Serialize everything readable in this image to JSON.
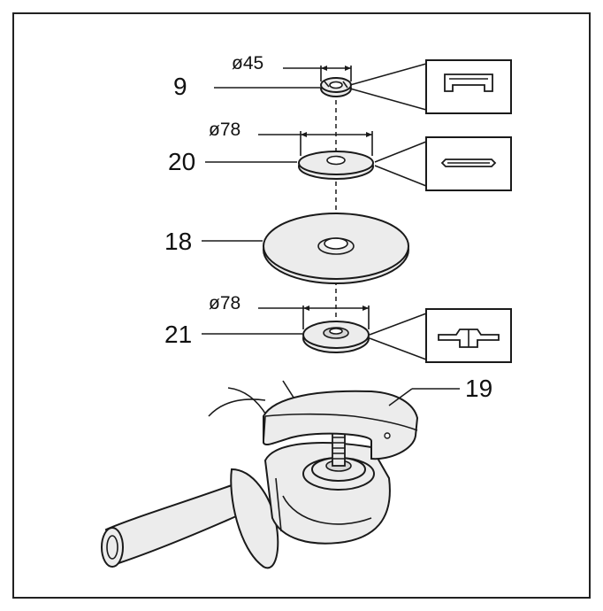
{
  "labels": {
    "nut": "9",
    "outer_flange": "20",
    "wheel": "18",
    "inner_flange": "21",
    "guard": "19"
  },
  "dimensions": {
    "nut": "ø45",
    "outer_flange": "ø78",
    "inner_flange": "ø78"
  },
  "icons": [
    "lock-nut-section-icon",
    "outer-flange-section-icon",
    "inner-flange-section-icon",
    "angle-grinder-icon"
  ]
}
